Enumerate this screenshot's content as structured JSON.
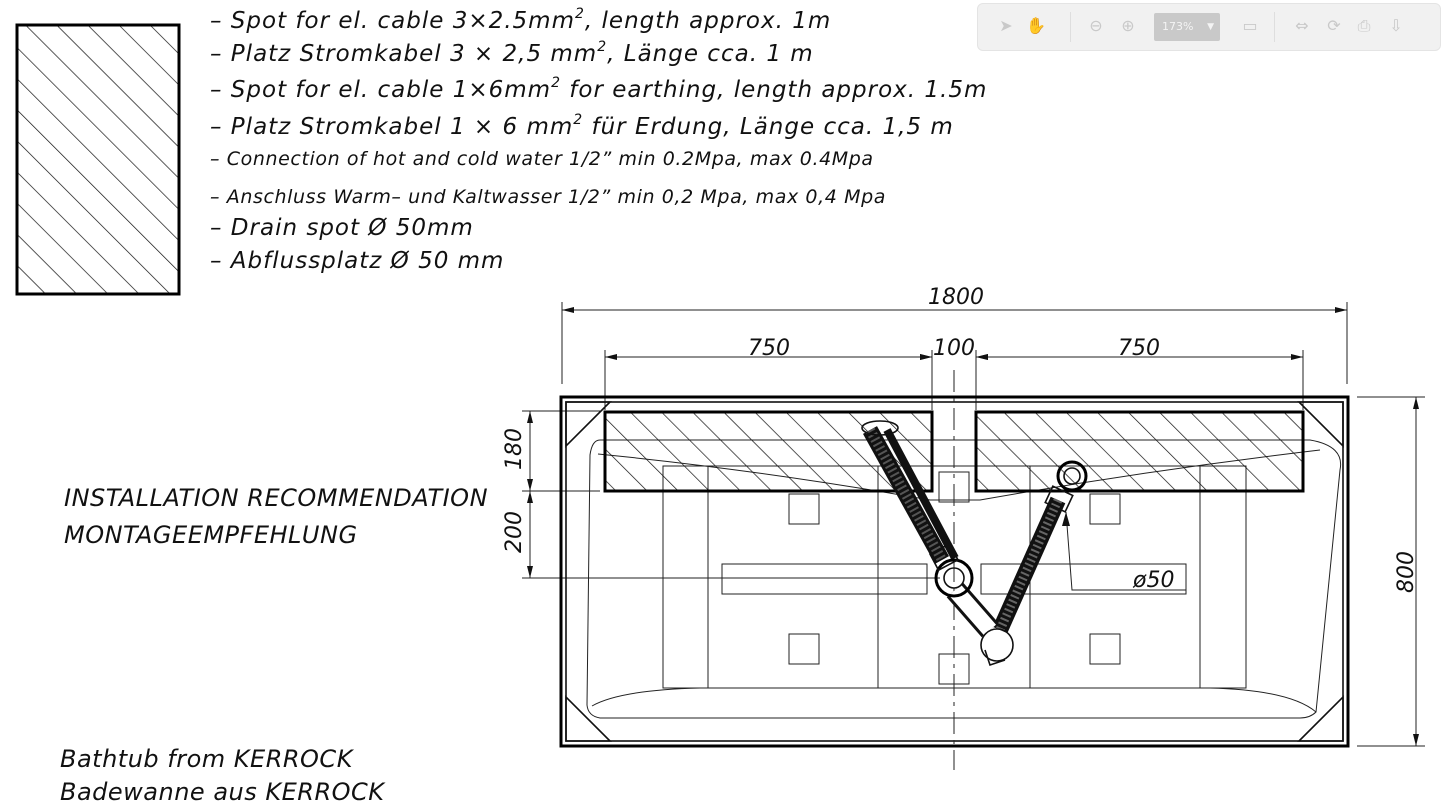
{
  "legend": {
    "lines": [
      {
        "pre": "– Spot for el. cable 3×2.5mm",
        "sup": "2",
        "post": ", length approx. 1m"
      },
      {
        "pre": "– Platz Stromkabel 3 × 2,5 mm",
        "sup": "2",
        "post": ", Länge cca. 1 m"
      },
      {
        "pre": "– Spot for el. cable 1×6mm",
        "sup": "2",
        "post": " for earthing, length approx. 1.5m"
      },
      {
        "pre": "– Platz Stromkabel 1 × 6 mm",
        "sup": "2",
        "post": " für Erdung, Länge cca. 1,5 m"
      },
      {
        "pre": "– Connection of hot and cold water 1/2” min 0.2Mpa, max 0.4Mpa",
        "sup": "",
        "post": ""
      },
      {
        "pre": "– Anschluss Warm– und Kaltwasser 1/2” min 0,2 Mpa, max 0,4 Mpa",
        "sup": "",
        "post": ""
      },
      {
        "pre": "– Drain spot Ø 50mm",
        "sup": "",
        "post": ""
      },
      {
        "pre": "– Abflussplatz Ø 50 mm",
        "sup": "",
        "post": ""
      }
    ]
  },
  "notes": {
    "installation_en": "INSTALLATION RECOMMENDATION",
    "installation_de": "MONTAGEEMPFEHLUNG",
    "bathtub_en": "Bathtub from KERROCK",
    "bathtub_de": "Badewanne aus KERROCK"
  },
  "dimensions": {
    "overall_length": "1800",
    "left_zone": "750",
    "gap": "100",
    "right_zone": "750",
    "zone_depth": "180",
    "drain_offset": "200",
    "overall_width": "800",
    "drain_diameter": "ø50"
  },
  "toolbar": {
    "zoom": "173%",
    "icons": [
      "cursor-icon",
      "hand-icon",
      "zoom-out-icon",
      "zoom-in-icon",
      "dropdown-icon",
      "fit-page-icon",
      "fit-width-icon",
      "rotate-icon",
      "print-icon",
      "download-icon"
    ]
  },
  "colors": {
    "ink": "#111111",
    "toolbar_bg": "#f1f1f1",
    "toolbar_icon": "#c9c9c9"
  }
}
